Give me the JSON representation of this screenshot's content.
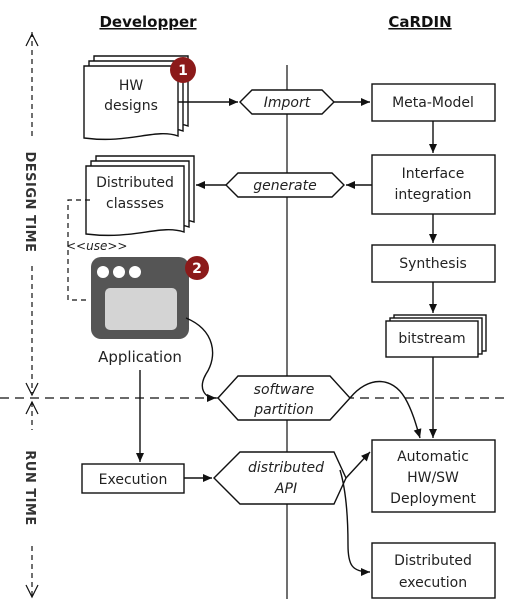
{
  "headers": {
    "developer": "Developper",
    "cardin": "CaRDIN"
  },
  "phases": {
    "design": "DESIGN TIME",
    "run": "RUN TIME"
  },
  "badges": {
    "one": "1",
    "two": "2"
  },
  "developer_side": {
    "hw_designs": [
      "HW",
      "designs"
    ],
    "distributed_classes": [
      "Distributed",
      "classses"
    ],
    "use_label": "<<use>>",
    "application": "Application",
    "execution": "Execution"
  },
  "middle": {
    "import": "Import",
    "generate": "generate",
    "software_partition": [
      "software",
      "partition"
    ],
    "distributed_api": [
      "distributed",
      "API"
    ]
  },
  "cardin_side": {
    "meta_model": "Meta-Model",
    "interface_integration": [
      "Interface",
      "integration"
    ],
    "synthesis": "Synthesis",
    "bitstream": "bitstream",
    "automatic_deployment": [
      "Automatic",
      "HW/SW",
      "Deployment"
    ],
    "distributed_execution": [
      "Distributed",
      "execution"
    ]
  },
  "colors": {
    "badge": "#8b1a1a",
    "app_window": "#555555",
    "app_screen": "#d4d4d4",
    "line": "#111111"
  }
}
